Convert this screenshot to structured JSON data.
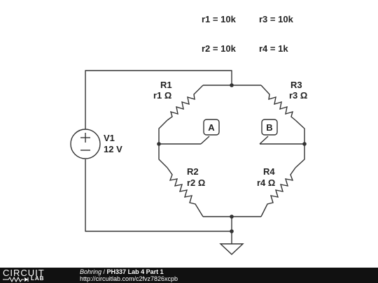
{
  "params": {
    "r1": "r1 = 10k",
    "r2": "r2 = 10k",
    "r3": "r3 = 10k",
    "r4": "r4 = 1k"
  },
  "components": {
    "R1": {
      "name": "R1",
      "value": "r1 Ω"
    },
    "R2": {
      "name": "R2",
      "value": "r2 Ω"
    },
    "R3": {
      "name": "R3",
      "value": "r3 Ω"
    },
    "R4": {
      "name": "R4",
      "value": "r4 Ω"
    },
    "V1": {
      "name": "V1",
      "value": "12 V"
    }
  },
  "probes": {
    "a": "A",
    "b": "B"
  },
  "footer": {
    "logo_top": "CIRCUIT",
    "logo_bottom": "LAB",
    "author": "Bohring",
    "separator": " / ",
    "title": "PH337 Lab 4 Part 1",
    "url": "http://circuitlab.com/c2fvz7826xcpb"
  }
}
